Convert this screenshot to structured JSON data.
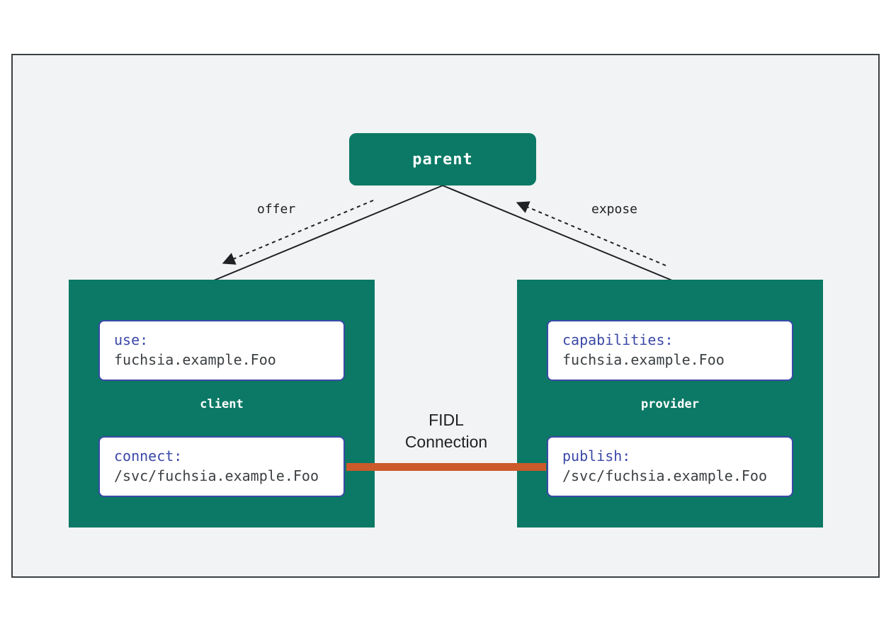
{
  "parent": {
    "label": "parent"
  },
  "client": {
    "label": "client",
    "use": {
      "key": "use:",
      "value": "fuchsia.example.Foo"
    },
    "connect": {
      "key": "connect:",
      "value": "/svc/fuchsia.example.Foo"
    }
  },
  "provider": {
    "label": "provider",
    "capabilities": {
      "key": "capabilities:",
      "value": "fuchsia.example.Foo"
    },
    "publish": {
      "key": "publish:",
      "value": "/svc/fuchsia.example.Foo"
    }
  },
  "routes": {
    "offer": "offer",
    "expose": "expose"
  },
  "connection": {
    "line1": "FIDL",
    "line2": "Connection"
  },
  "colors": {
    "component_fill": "#0b7965",
    "key_text": "#3b49a8",
    "fidl_connection": "#cc5a2b",
    "background": "#f1f3f4"
  }
}
